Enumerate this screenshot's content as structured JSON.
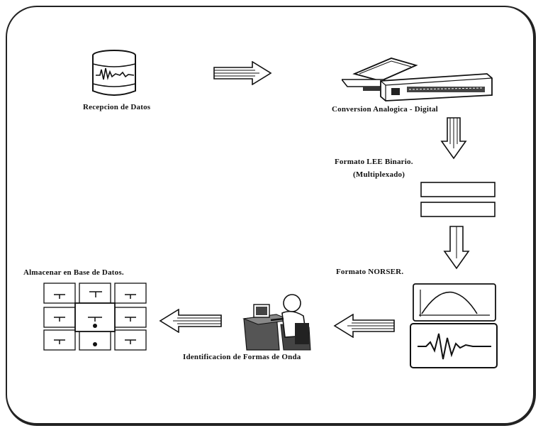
{
  "diagram": {
    "steps": {
      "reception": "Recepcion de Datos",
      "conversion": "Conversion Analogica - Digital",
      "lee_format": "Formato LEE Binario.",
      "multiplexed": "(Multiplexado)",
      "norser_format": "Formato NORSER.",
      "identification": "Identificacion de Formas de Onda",
      "storage": "Almacenar en Base de Datos."
    },
    "flow": [
      "Recepcion de Datos",
      "Conversion Analogica - Digital",
      "Formato LEE Binario.",
      "Formato NORSER.",
      "Identificacion de Formas de Onda",
      "Almacenar en Base de Datos."
    ]
  },
  "colors": {
    "ink": "#111111",
    "background": "#ffffff"
  },
  "icons": {
    "reception": "database-waveform-icon",
    "conversion": "adc-device-icon",
    "lee_format": "binary-records-icon",
    "norser_format": "waveform-traces-icon",
    "identification": "analyst-workstation-icon",
    "storage": "database-grid-icon"
  }
}
